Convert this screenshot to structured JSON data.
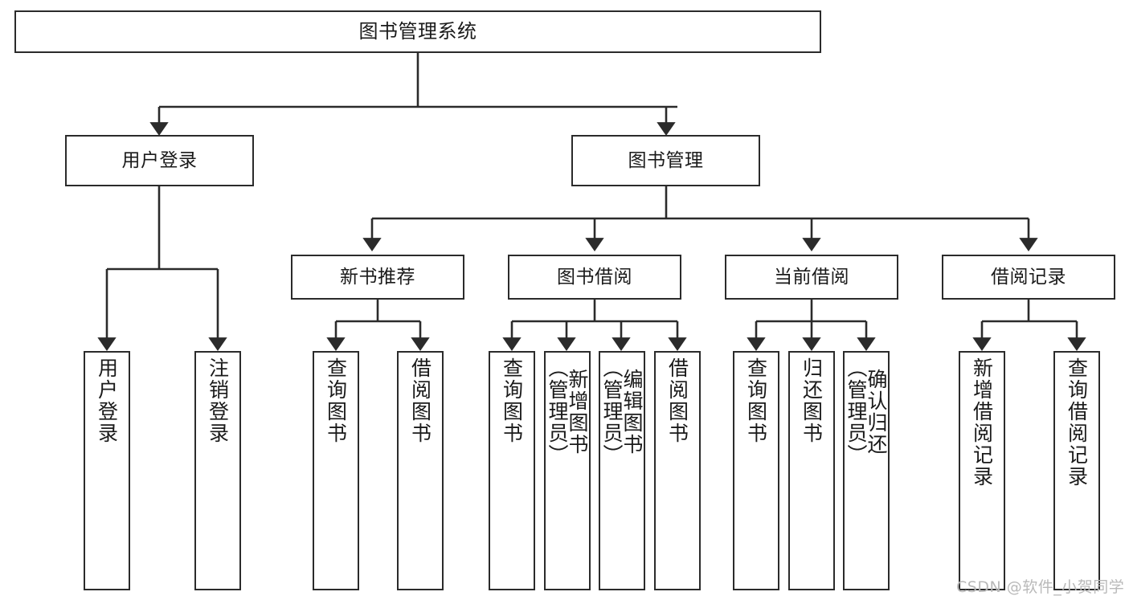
{
  "diagram": {
    "title": "图书管理系统",
    "type": "tree-hierarchy",
    "root": {
      "label": "图书管理系统"
    },
    "level2": [
      {
        "label": "用户登录"
      },
      {
        "label": "图书管理"
      }
    ],
    "level3": [
      {
        "label": "新书推荐"
      },
      {
        "label": "图书借阅"
      },
      {
        "label": "当前借阅"
      },
      {
        "label": "借阅记录"
      }
    ],
    "leaves": {
      "user_login": [
        {
          "label": "用户登录"
        },
        {
          "label": "注销登录"
        }
      ],
      "new_book_recommend": [
        {
          "label": "查询图书"
        },
        {
          "label": "借阅图书"
        }
      ],
      "book_borrow": [
        {
          "label": "查询图书"
        },
        {
          "label": "新增图书\n（管理员）"
        },
        {
          "label": "编辑图书\n（管理员）"
        },
        {
          "label": "借阅图书"
        }
      ],
      "current_borrow": [
        {
          "label": "查询图书"
        },
        {
          "label": "归还图书"
        },
        {
          "label": "确认归还\n（管理员）"
        }
      ],
      "borrow_record": [
        {
          "label": "新增借阅记录"
        },
        {
          "label": "查询借阅记录"
        }
      ]
    }
  },
  "watermark": {
    "text": "CSDN @软件_小贺同学"
  },
  "colors": {
    "stroke": "#2b2b2b",
    "fill": "#ffffff",
    "text": "#1a1a1a",
    "watermark": "#b9b9b9"
  }
}
